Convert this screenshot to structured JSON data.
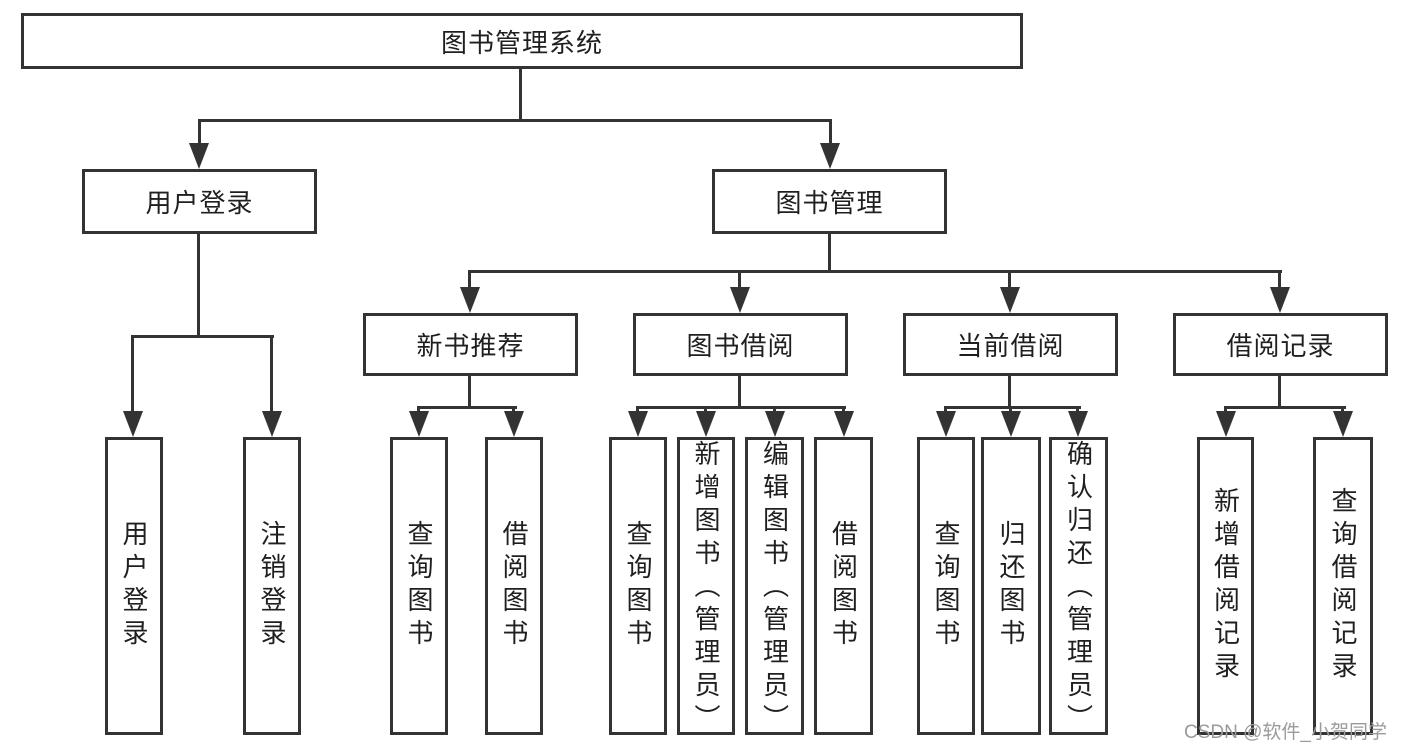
{
  "diagram": {
    "root": {
      "label": "图书管理系统"
    },
    "level2": {
      "user_login": {
        "label": "用户登录"
      },
      "book_management": {
        "label": "图书管理"
      }
    },
    "level3": {
      "new_book_recommend": {
        "label": "新书推荐"
      },
      "book_borrow": {
        "label": "图书借阅"
      },
      "current_borrow": {
        "label": "当前借阅"
      },
      "borrow_records": {
        "label": "借阅记录"
      }
    },
    "leaves": {
      "user": [
        "用户登录",
        "注销登录"
      ],
      "recommend": [
        "查询图书",
        "借阅图书"
      ],
      "borrow": [
        "查询图书",
        "新增图书（管理员）",
        "编辑图书（管理员）",
        "借阅图书"
      ],
      "current": [
        "查询图书",
        "归还图书",
        "确认归还（管理员）"
      ],
      "records": [
        "新增借阅记录",
        "查询借阅记录"
      ]
    },
    "colors": {
      "line": "#333333",
      "text": "#1f1f1f",
      "background": "#ffffff",
      "watermark": "#9b9b9b"
    },
    "watermark": "CSDN @软件_小贺同学"
  }
}
